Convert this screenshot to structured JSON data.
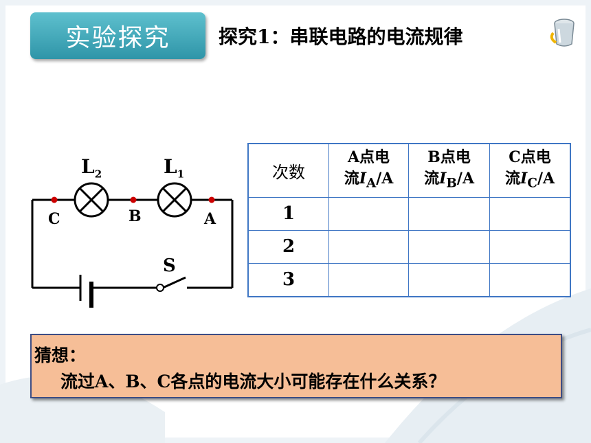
{
  "header": {
    "badge": "实验探究",
    "title": "探究1：串联电路的电流规律"
  },
  "circuit": {
    "lamp_l2": "L",
    "lamp_l2_sub": "2",
    "lamp_l1": "L",
    "lamp_l1_sub": "1",
    "point_c": "C",
    "point_b": "B",
    "point_a": "A",
    "switch": "S"
  },
  "table": {
    "col0": "次数",
    "col_a_top": "A点电",
    "col_a_pre": "流",
    "col_a_var": "I",
    "col_a_sub": "A",
    "col_a_unit": "/A",
    "col_b_top": "B点电",
    "col_b_pre": "流",
    "col_b_var": "I",
    "col_b_sub": "B",
    "col_b_unit": "/A",
    "col_c_top": "C点电",
    "col_c_pre": "流",
    "col_c_var": "I",
    "col_c_sub": "C",
    "col_c_unit": "/A",
    "rows": [
      "1",
      "2",
      "3"
    ]
  },
  "guess": {
    "heading": "猜想：",
    "question": "流过A、B、C各点的电流大小可能存在什么关系？"
  },
  "colors": {
    "badge": "#3aa3b5",
    "table_border": "#3f76c4",
    "guess_bg": "#f6be97",
    "point_red": "#cc0000"
  }
}
